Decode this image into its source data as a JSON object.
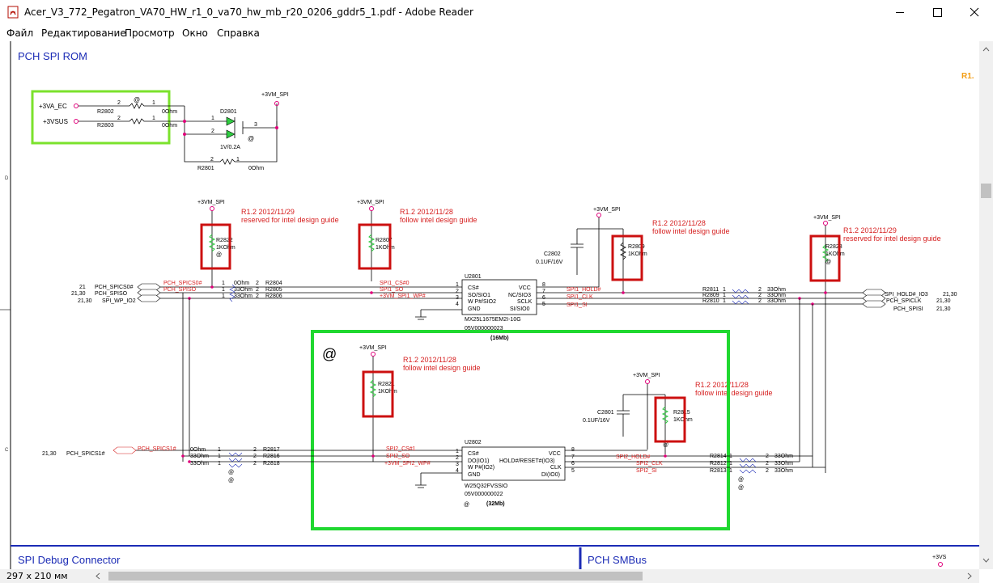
{
  "window": {
    "title": "Acer_V3_772_Pegatron_VA70_HW_r1_0_va70_hw_mb_r20_0206_gddr5_1.pdf - Adobe Reader",
    "icons": [
      "pdf-icon",
      "minimize-icon",
      "maximize-icon",
      "close-icon"
    ]
  },
  "menu": {
    "file": "Файл",
    "edit": "Редактирование",
    "view": "Просмотр",
    "window": "Окно",
    "help": "Справка"
  },
  "status": {
    "page_size": "297 x 210 мм"
  },
  "schematic": {
    "section_title": "PCH SPI ROM",
    "corner_tag": "R1.",
    "debug_title": "SPI Debug  Connector",
    "smbus_title": "PCH SMBus",
    "rail_3vs": "+3VS",
    "at": "@",
    "power": {
      "v3a_ec": "+3VA_EC",
      "v3vsus": "+3VSUS",
      "r2802": "R2802",
      "r2803": "R2803",
      "ohm0": "0Ohm",
      "d2801": "D2801",
      "d_rating": "1V/0.2A",
      "vm_spi": "+3VM_SPI",
      "r2801": "R2801",
      "ohm0b": "0Ohm"
    },
    "rev_notes": {
      "n1_line1": "R1.2   2012/11/29",
      "n1_line2": "reserved for intel design guide",
      "n2_line1": "R1.2   2012/11/28",
      "n2_line2": "follow intel design guide",
      "n3_line1": "R1.2   2012/11/28",
      "n3_line2": "follow intel design guide",
      "n4_line1": "R1.2   2012/11/29",
      "n4_line2": "reserved for intel design guide",
      "n5_line1": "R1.2   2012/11/28",
      "n5_line2": "follow intel design guide",
      "n6_line1": "R1.2   2012/11/28",
      "n6_line2": "follow intel design guide"
    },
    "resistors": {
      "r2822": "R2822",
      "r2807": "R2807",
      "r2809": "R2809",
      "r2823": "R2823",
      "r2821": "R2821",
      "r2815": "R2815",
      "k1": "1KOhm",
      "r2804": "R2804",
      "r2805": "R2805",
      "r2806": "R2806",
      "r2811": "R2811",
      "r2809b": "R2809",
      "r2810": "R2810",
      "r2817": "R2817",
      "r2816": "R2816",
      "r2818": "R2818",
      "r2814": "R2814",
      "r2812": "R2812",
      "r2813": "R2813",
      "ohm0": "0Ohm",
      "ohm33": "33Ohm"
    },
    "caps": {
      "c2802": "C2802",
      "c2802_val": "0.1UF/16V",
      "c2801": "C2801",
      "c2801_val": "0.1UF/16V"
    },
    "u2801": {
      "ref": "U2801",
      "pins_left": [
        "CS#",
        "SO/SIO1",
        "W P#/SIO2",
        "GND"
      ],
      "pins_right": [
        "VCC",
        "NC/SIO3",
        "SCLK",
        "SI/SIO0"
      ],
      "part": "MX25L1675EM2I-10G",
      "code": "05V000000023",
      "size": "(16Mb)"
    },
    "u2802": {
      "ref": "U2802",
      "pins_left": [
        "CS#",
        "DO(IO1)",
        "W P#(IO2)",
        "GND"
      ],
      "pins_right": [
        "VCC",
        "HOLD#/RESET#(IO3)",
        "CLK",
        "DI(IO0)"
      ],
      "part": "W25Q32FVSSIO",
      "code": "05V000000022",
      "size": "(32Mb)"
    },
    "nets": {
      "pch_spics0": "PCH_SPICS0#",
      "pch_spiso": "PCH_SPISO",
      "spi_wp_io2": "SPI_WP_IO2",
      "pch_spics0_net": "PCH_SPICS0#",
      "pch_spiso_net": "PCH_SPISO",
      "spi1_cs": "SPI1_CS#0",
      "spi1_so": "SPI1_SO",
      "spi1_wp": "+3VM_SPI1_WP#",
      "spi1_hold": "SPI1_HOLD#",
      "spi1_clk": "SPI1_CLK",
      "spi1_si": "SPI1_SI",
      "spi_hold_io3": "SPI_HOLD#_IO3",
      "pch_spiclk": "PCH_SPICLK",
      "pch_spisi": "PCH_SPISI",
      "pch_spics1": "PCH_SPICS1#",
      "pch_spics1_net": "PCH_SPICS1#",
      "spi2_cs": "SPI2_CS#1",
      "spi2_so": "SPI2_SO",
      "spi2_wp": "+3VM_SPI2_WP#",
      "spi2_hold": "SPI2_HOLD#",
      "spi2_clk": "SPI2_CLK",
      "spi2_si": "SPI2_SI"
    },
    "pagerefs": {
      "p21": "21",
      "p2130": "21,30"
    }
  }
}
